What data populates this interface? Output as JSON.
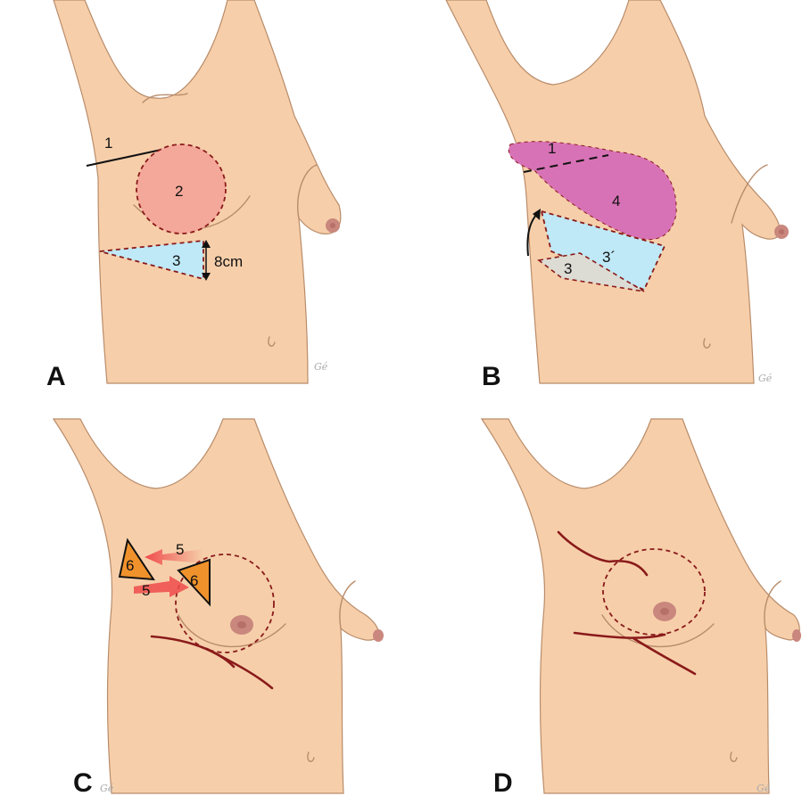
{
  "panels": [
    {
      "id": "A",
      "letter": "A"
    },
    {
      "id": "B",
      "letter": "B"
    },
    {
      "id": "C",
      "letter": "C"
    },
    {
      "id": "D",
      "letter": "D"
    }
  ],
  "labels": {
    "panelA": {
      "l1": "1",
      "l2": "2",
      "l3": "3",
      "measure": "8cm"
    },
    "panelB": {
      "l1": "1",
      "l4": "4",
      "l3prime": "3´",
      "l3": "3"
    },
    "panelC": {
      "l5a": "5",
      "l5b": "5",
      "l6a": "6",
      "l6b": "6"
    }
  },
  "signature": "Gé",
  "colors": {
    "skin": "#f6cfaa",
    "circle_fill": "#f4a89a",
    "triangle_fill": "#bfe9f7",
    "flap_fill": "#d872b6",
    "grey_fill": "#dcdcd4",
    "orange_fill": "#f0922c",
    "scar": "#8a1a1a",
    "arrow_red": "#ef4b4b"
  }
}
